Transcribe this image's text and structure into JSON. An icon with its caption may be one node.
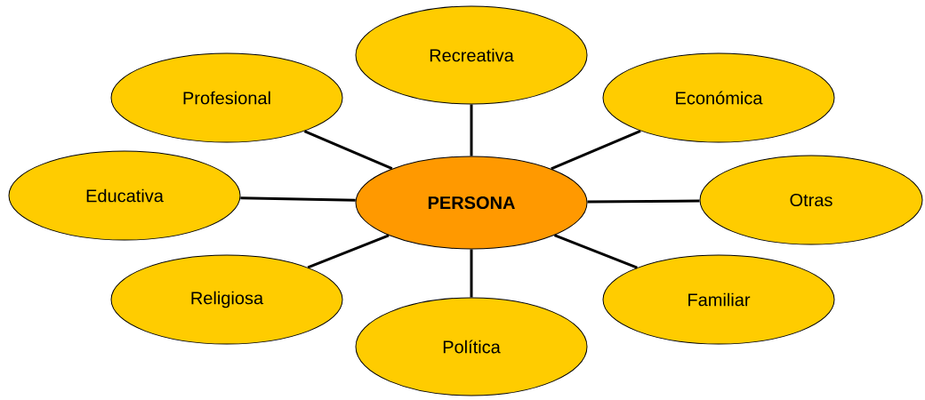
{
  "diagram": {
    "nodes": [
      {
        "text": [
          "PERSONA"
        ]
      },
      {
        "text": [
          "Recreativa"
        ]
      },
      {
        "text": [
          "Profesional"
        ]
      },
      {
        "text": [
          "Económica"
        ]
      },
      {
        "text": [
          "Educativa"
        ]
      },
      {
        "text": [
          "Otras"
        ]
      },
      {
        "text": [
          "Religiosa"
        ]
      },
      {
        "text": [
          "Familiar"
        ]
      },
      {
        "text": [
          "Política"
        ]
      }
    ],
    "edges": [
      {
        "from": 0,
        "to": 1,
        "arrow": "none"
      },
      {
        "from": 0,
        "to": 2,
        "arrow": "none"
      },
      {
        "from": 0,
        "to": 3,
        "arrow": "none"
      },
      {
        "from": 0,
        "to": 4,
        "arrow": "none"
      },
      {
        "from": 0,
        "to": 5,
        "arrow": "none"
      },
      {
        "from": 0,
        "to": 6,
        "arrow": "none"
      },
      {
        "from": 0,
        "to": 7,
        "arrow": "none"
      },
      {
        "from": 0,
        "to": 8,
        "arrow": "none"
      }
    ]
  }
}
